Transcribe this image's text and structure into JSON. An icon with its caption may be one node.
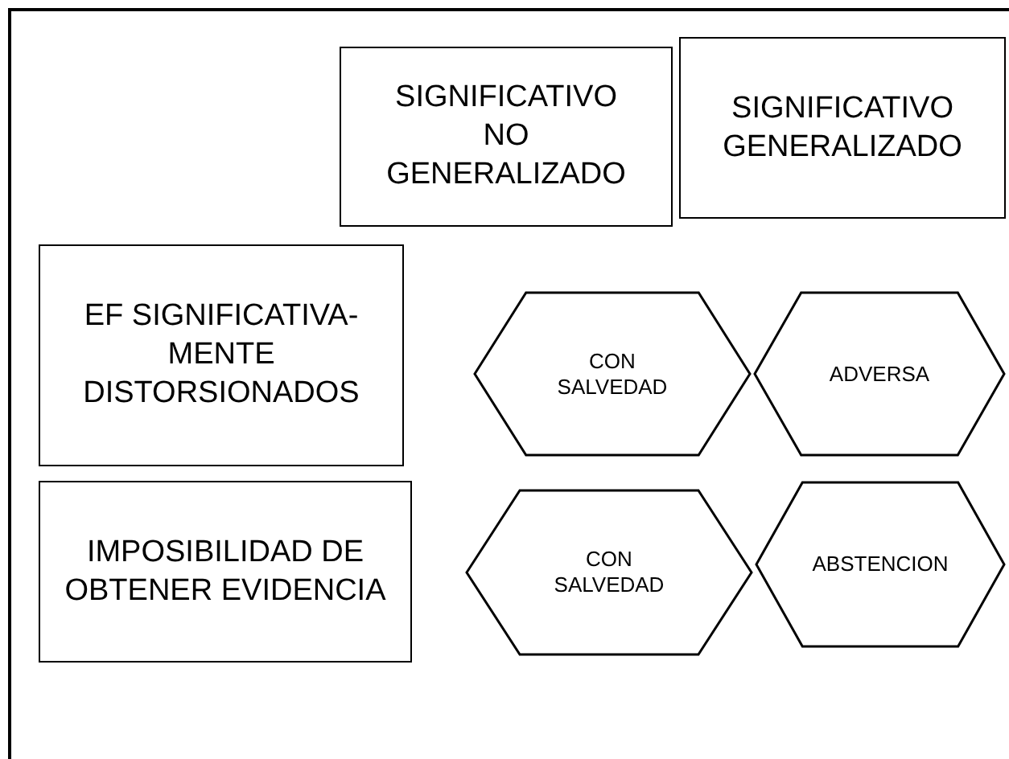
{
  "diagram": {
    "nodes": [
      {
        "text": [
          "SIGNIFICATIVO NO GENERALIZADO"
        ]
      },
      {
        "text": [
          "SIGNIFICATIVO GENERALIZADO"
        ]
      },
      {
        "text": [
          "EF SIGNIFICATIVA-MENTE DISTORSIONADOS"
        ]
      },
      {
        "text": [
          "IMPOSIBILIDAD DE OBTENER EVIDENCIA"
        ]
      },
      {
        "text": [
          "CON SALVEDAD"
        ]
      },
      {
        "text": [
          "ADVERSA"
        ]
      },
      {
        "text": [
          "CON SALVEDAD"
        ]
      },
      {
        "text": [
          "ABSTENCION"
        ]
      }
    ]
  }
}
